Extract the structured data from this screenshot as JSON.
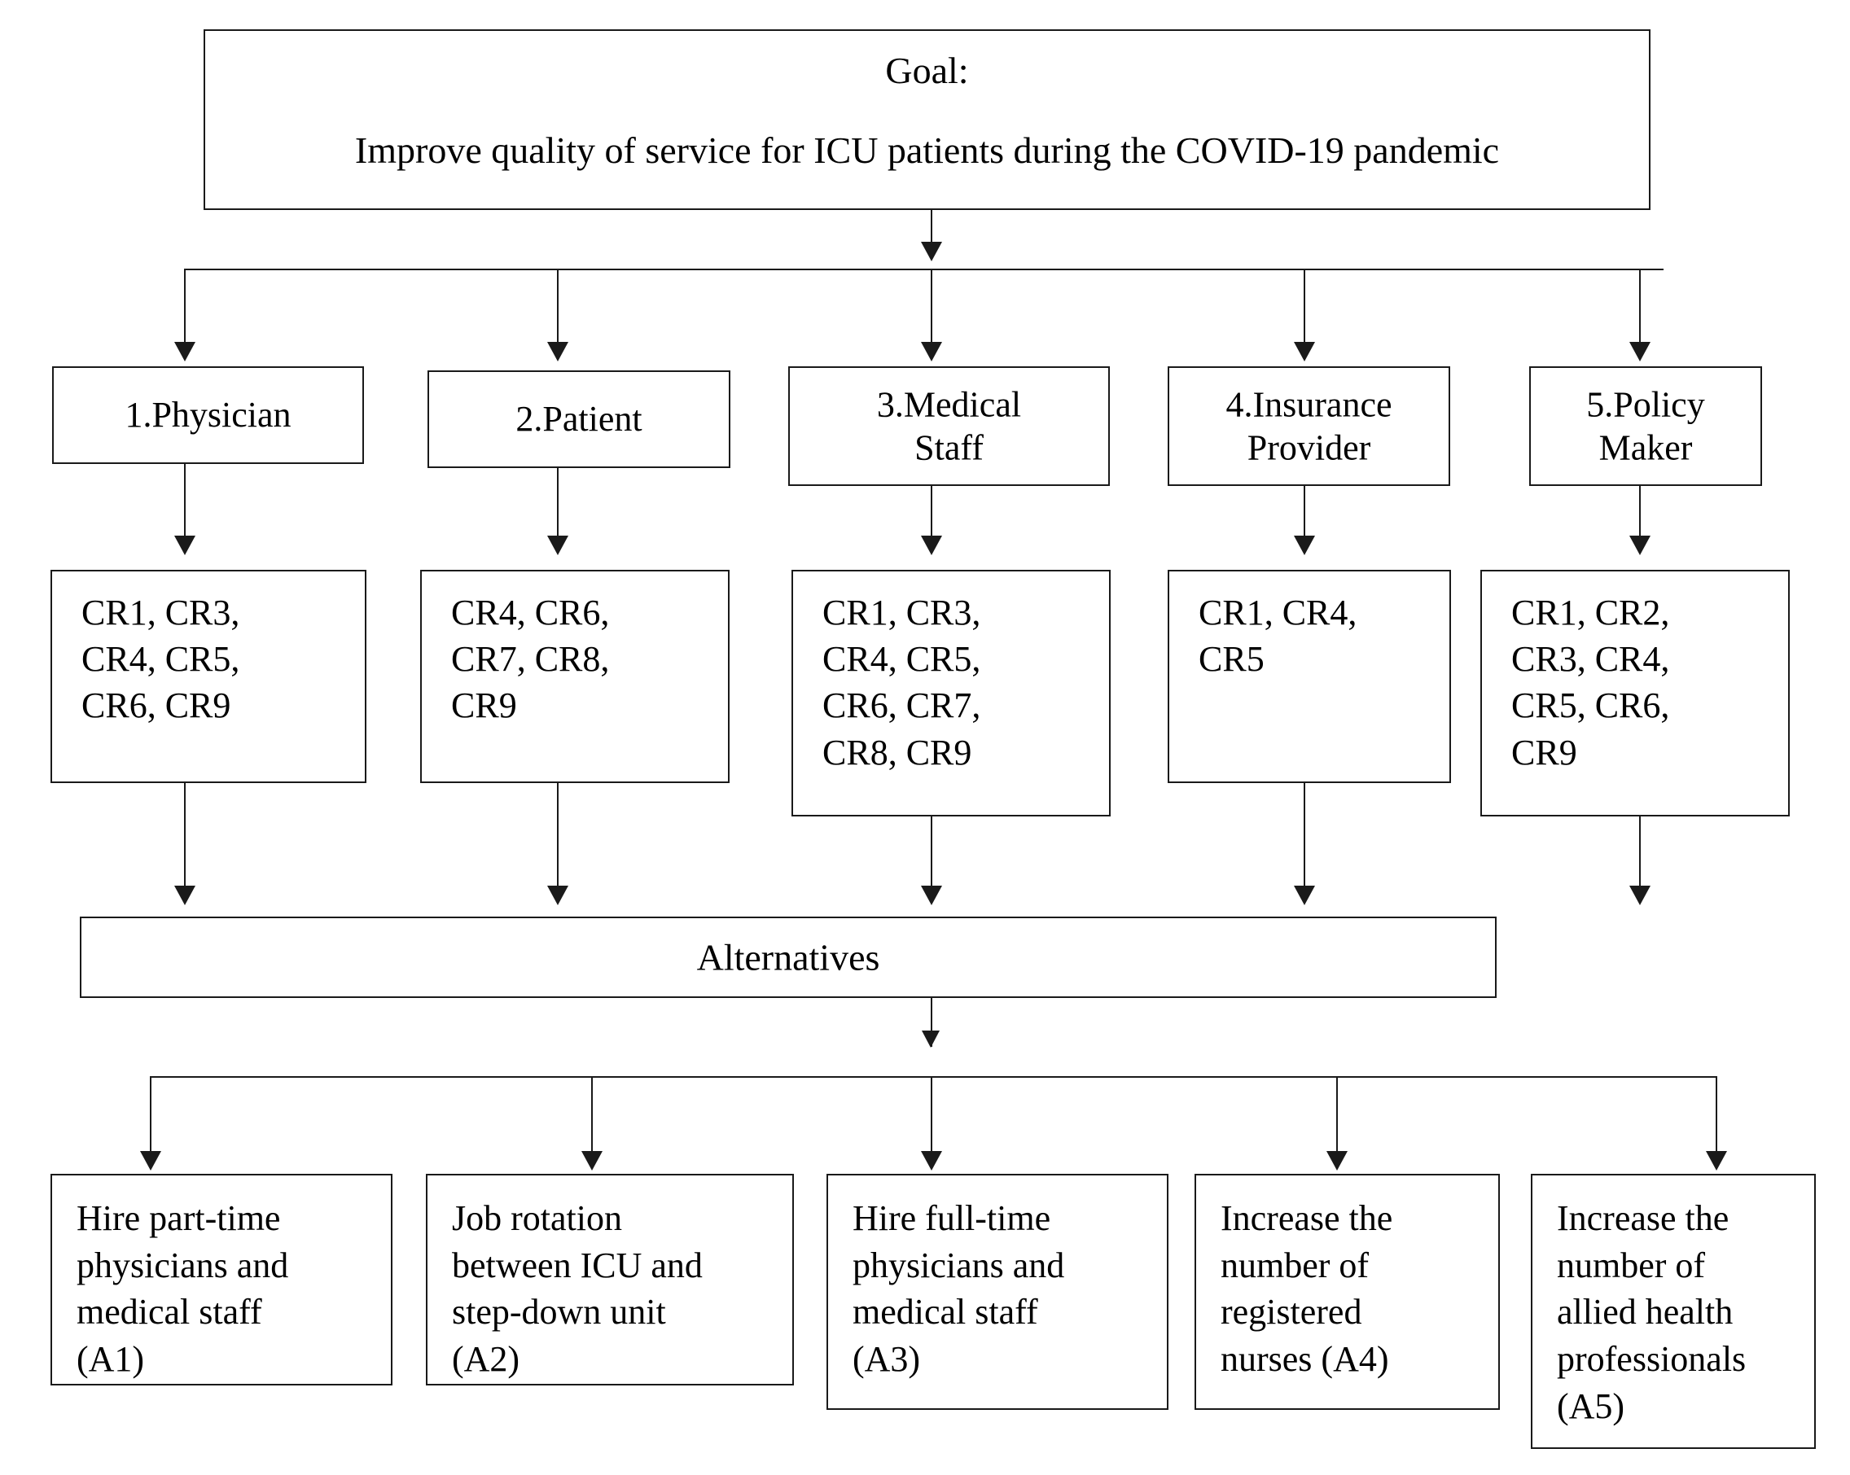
{
  "diagram": {
    "title": "AHP hierarchy for improving ICU quality of service",
    "type": "hierarchy-flowchart",
    "colors": {
      "background": "#ffffff",
      "border": "#1a1a1a",
      "text": "#000000",
      "connector": "#1a1a1a"
    }
  },
  "goal": {
    "label": "Goal:",
    "statement": "Improve quality of service for ICU patients during the COVID-19 pandemic"
  },
  "stakeholders": [
    {
      "id": "S1",
      "label": "1.Physician"
    },
    {
      "id": "S2",
      "label": "2.Patient"
    },
    {
      "id": "S3",
      "label": "3.Medical\nStaff"
    },
    {
      "id": "S4",
      "label": "4.Insurance\nProvider"
    },
    {
      "id": "S5",
      "label": "5.Policy\nMaker"
    }
  ],
  "criteria": [
    {
      "id": "C1",
      "parent": "S1",
      "text": "CR1, CR3,\nCR4, CR5,\nCR6, CR9",
      "items": [
        "CR1",
        "CR3",
        "CR4",
        "CR5",
        "CR6",
        "CR9"
      ]
    },
    {
      "id": "C2",
      "parent": "S2",
      "text": "CR4, CR6,\nCR7, CR8,\nCR9",
      "items": [
        "CR4",
        "CR6",
        "CR7",
        "CR8",
        "CR9"
      ]
    },
    {
      "id": "C3",
      "parent": "S3",
      "text": "CR1, CR3,\nCR4, CR5,\nCR6, CR7,\nCR8, CR9",
      "items": [
        "CR1",
        "CR3",
        "CR4",
        "CR5",
        "CR6",
        "CR7",
        "CR8",
        "CR9"
      ]
    },
    {
      "id": "C4",
      "parent": "S4",
      "text": "CR1, CR4,\nCR5",
      "items": [
        "CR1",
        "CR4",
        "CR5"
      ]
    },
    {
      "id": "C5",
      "parent": "S5",
      "text": "CR1, CR2,\nCR3, CR4,\nCR5, CR6,\nCR9",
      "items": [
        "CR1",
        "CR2",
        "CR3",
        "CR4",
        "CR5",
        "CR6",
        "CR9"
      ]
    }
  ],
  "alternatives_bar": {
    "label": "Alternatives"
  },
  "alternatives": [
    {
      "id": "A1",
      "text": "Hire part-time\nphysicians and\nmedical staff\n(A1)"
    },
    {
      "id": "A2",
      "text": "Job rotation\nbetween ICU and\nstep-down unit\n(A2)"
    },
    {
      "id": "A3",
      "text": "Hire full-time\nphysicians and\nmedical staff\n(A3)"
    },
    {
      "id": "A4",
      "text": "Increase the\nnumber of\nregistered\nnurses (A4)"
    },
    {
      "id": "A5",
      "text": "Increase the\nnumber of\nallied health\nprofessionals\n(A5)"
    }
  ]
}
